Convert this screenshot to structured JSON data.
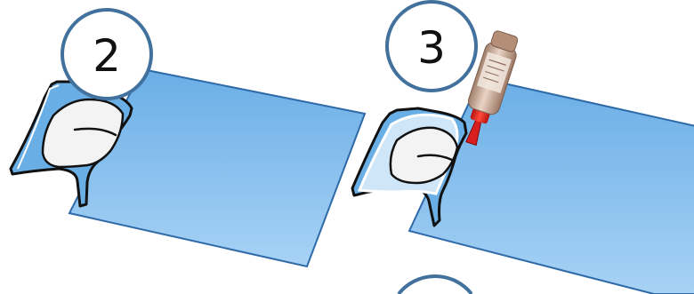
{
  "steps": [
    {
      "number": "2"
    },
    {
      "number": "3"
    }
  ],
  "colors": {
    "sheet_fill_top": "#6aaee6",
    "sheet_fill_bottom": "#9fcdf4",
    "sheet_stroke": "#2f6aa8",
    "circle_stroke": "#41719c",
    "outline": "#111111",
    "bottle_cap": "#e02020",
    "bottle_body": "#c9a893"
  },
  "icons": {
    "step_2_figure": "towel-fold-diagram",
    "step_3_figure": "towel-fold-with-liquid-bottle",
    "bottle": "reagent-bottle-icon"
  }
}
